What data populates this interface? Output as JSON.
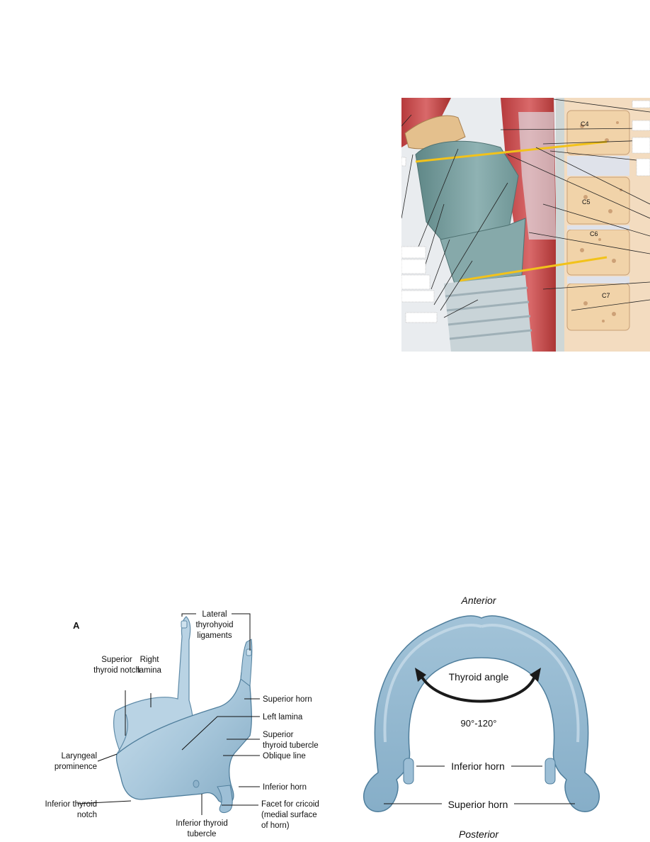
{
  "sagittal": {
    "vertebrae": [
      "C4",
      "C5",
      "C6",
      "C7"
    ]
  },
  "lateral": {
    "panel_letter": "A",
    "labels": {
      "lateral_thyrohyoid": [
        "Lateral",
        "thyrohyoid",
        "ligaments"
      ],
      "superior_thyroid_notch": [
        "Superior",
        "thyroid notch"
      ],
      "right_lamina": [
        "Right",
        "lamina"
      ],
      "superior_horn": "Superior horn",
      "left_lamina": "Left lamina",
      "superior_thyroid_tubercle": [
        "Superior",
        "thyroid tubercle"
      ],
      "laryngeal_prominence": [
        "Laryngeal",
        "prominence"
      ],
      "oblique_line": "Oblique line",
      "inferior_horn": "Inferior horn",
      "inferior_thyroid_notch": [
        "Inferior thyroid",
        "notch"
      ],
      "facet_for_cricoid": [
        "Facet for cricoid",
        "(medial surface",
        "of horn)"
      ],
      "inferior_thyroid_tubercle": [
        "Inferior thyroid",
        "tubercle"
      ]
    }
  },
  "superior": {
    "anterior": "Anterior",
    "posterior": "Posterior",
    "thyroid_angle": "Thyroid angle",
    "angle_range": "90°-120°",
    "inferior_horn": "Inferior horn",
    "superior_horn": "Superior horn"
  },
  "colors": {
    "cartilage": "#a9c8dc",
    "cartilage_dark": "#6f9ab5",
    "cartilage_light": "#cfe2ee",
    "muscle": "#c8494a",
    "bone": "#f1d3a9",
    "accent_line": "#f2c21a"
  }
}
